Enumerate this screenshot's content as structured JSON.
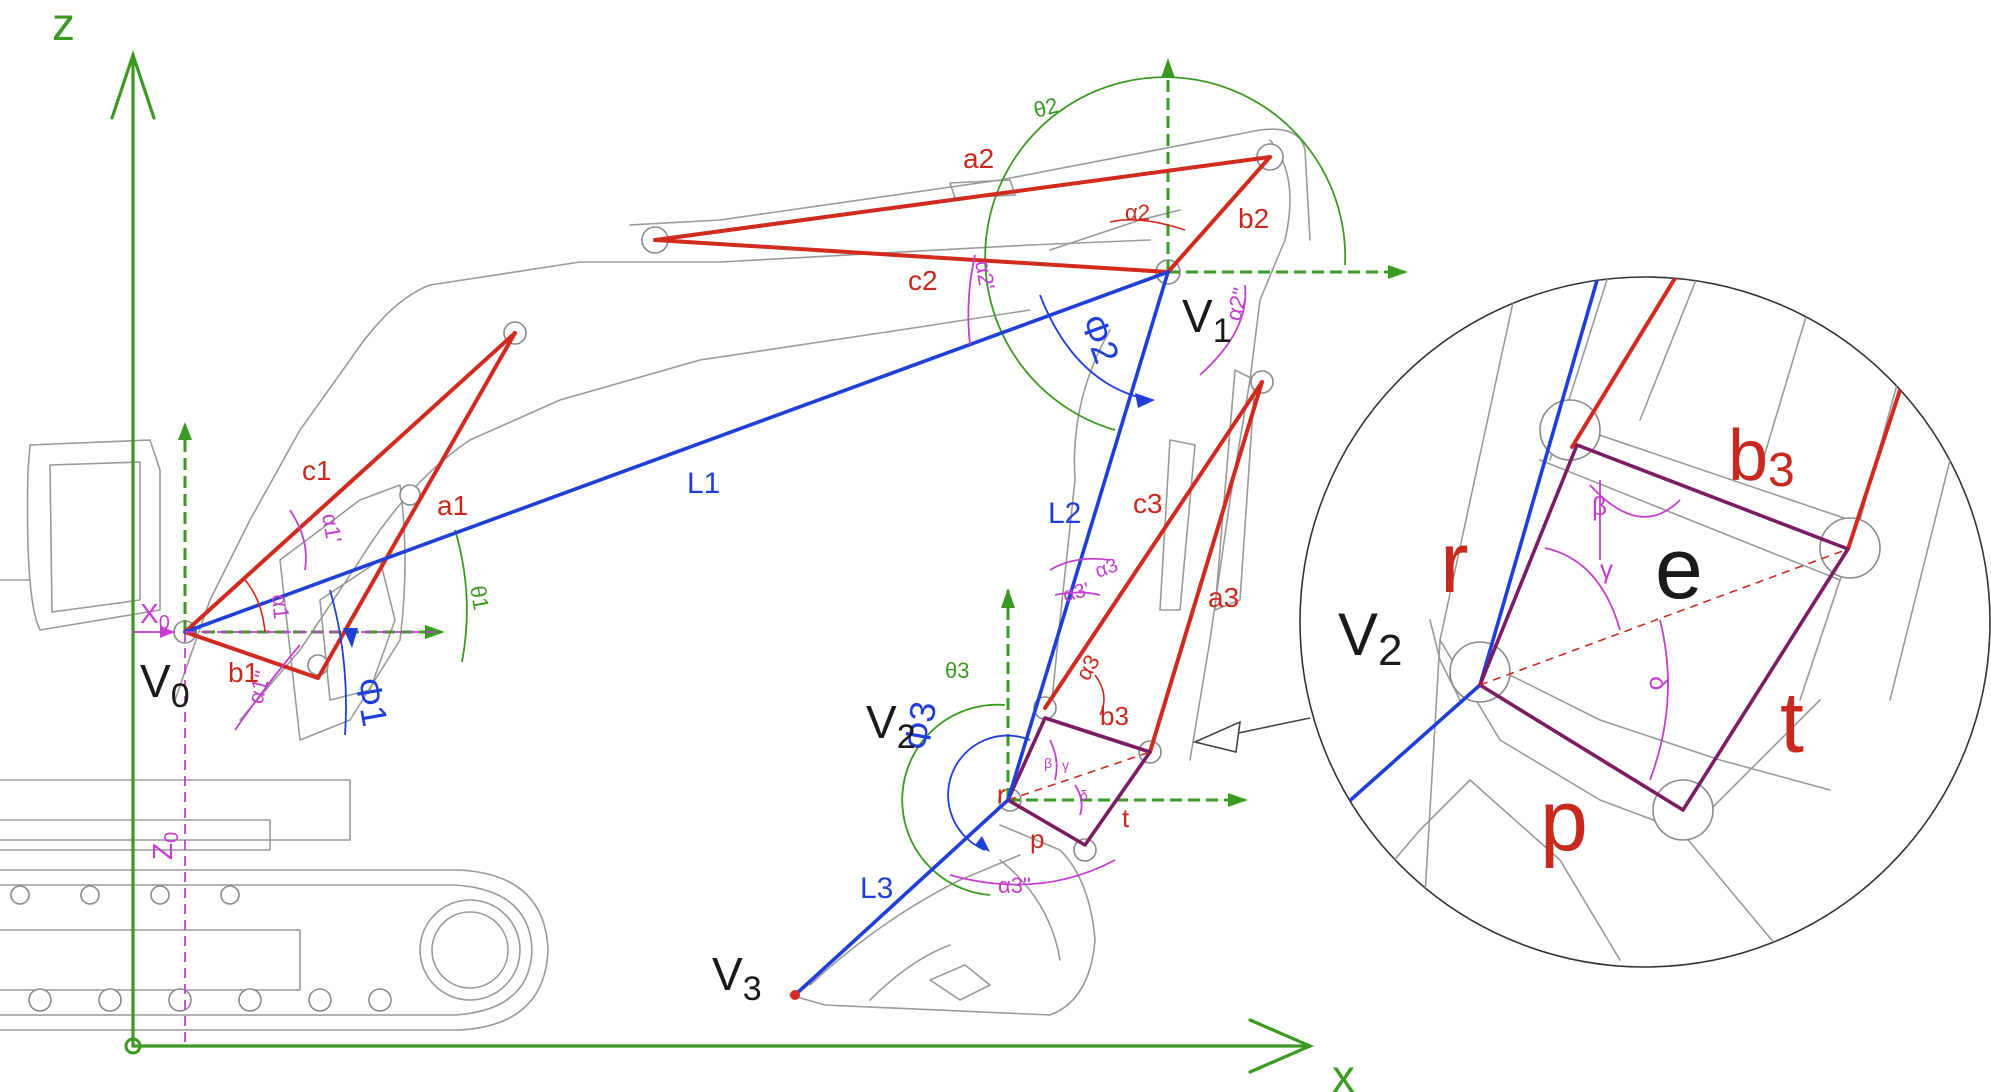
{
  "diagram": {
    "axes": {
      "z": "z",
      "x": "x"
    },
    "vertices": {
      "v0": "V0",
      "v1": "V1",
      "v2": "V2",
      "v3": "V3"
    },
    "links": {
      "l1": "L1",
      "l2": "L2",
      "l3": "L3"
    },
    "cylinder_sides": {
      "a1": "a1",
      "b1": "b1",
      "c1": "c1",
      "a2": "a2",
      "b2": "b2",
      "c2": "c2",
      "a3": "a3",
      "b3": "b3",
      "c3": "c3"
    },
    "linkage": {
      "r": "r",
      "t": "t",
      "p": "p"
    },
    "offsets": {
      "x0": "X0",
      "z0": "Z0"
    },
    "angles_green": {
      "theta1": "θ1",
      "theta2": "θ2",
      "theta3": "θ3"
    },
    "angles_blue": {
      "phi1": "Φ1",
      "phi2": "Φ2",
      "phi3": "Φ3"
    },
    "angles_alpha": {
      "alpha1": "α1",
      "alpha1p": "α1'",
      "alpha1pp": "α1\"",
      "alpha2": "α2",
      "alpha2p": "α2'",
      "alpha2pp": "α2\"",
      "alpha3": "α3",
      "alpha3p": "α3'",
      "alpha3pp": "α3\"",
      "beta": "β",
      "gamma": "γ",
      "delta": "δ"
    },
    "inset": {
      "r": "r",
      "b3": "b3",
      "e": "e",
      "v2": "V2",
      "t": "t",
      "p": "p",
      "beta": "β",
      "gamma": "γ",
      "delta": "δ"
    },
    "colors": {
      "cylinder": "#d12a1f",
      "link": "#1f3fd8",
      "axis": "#3c9a22",
      "alpha": "#c43fd0",
      "linkage": "#7a1d62",
      "outline": "#9a9a9a"
    }
  }
}
